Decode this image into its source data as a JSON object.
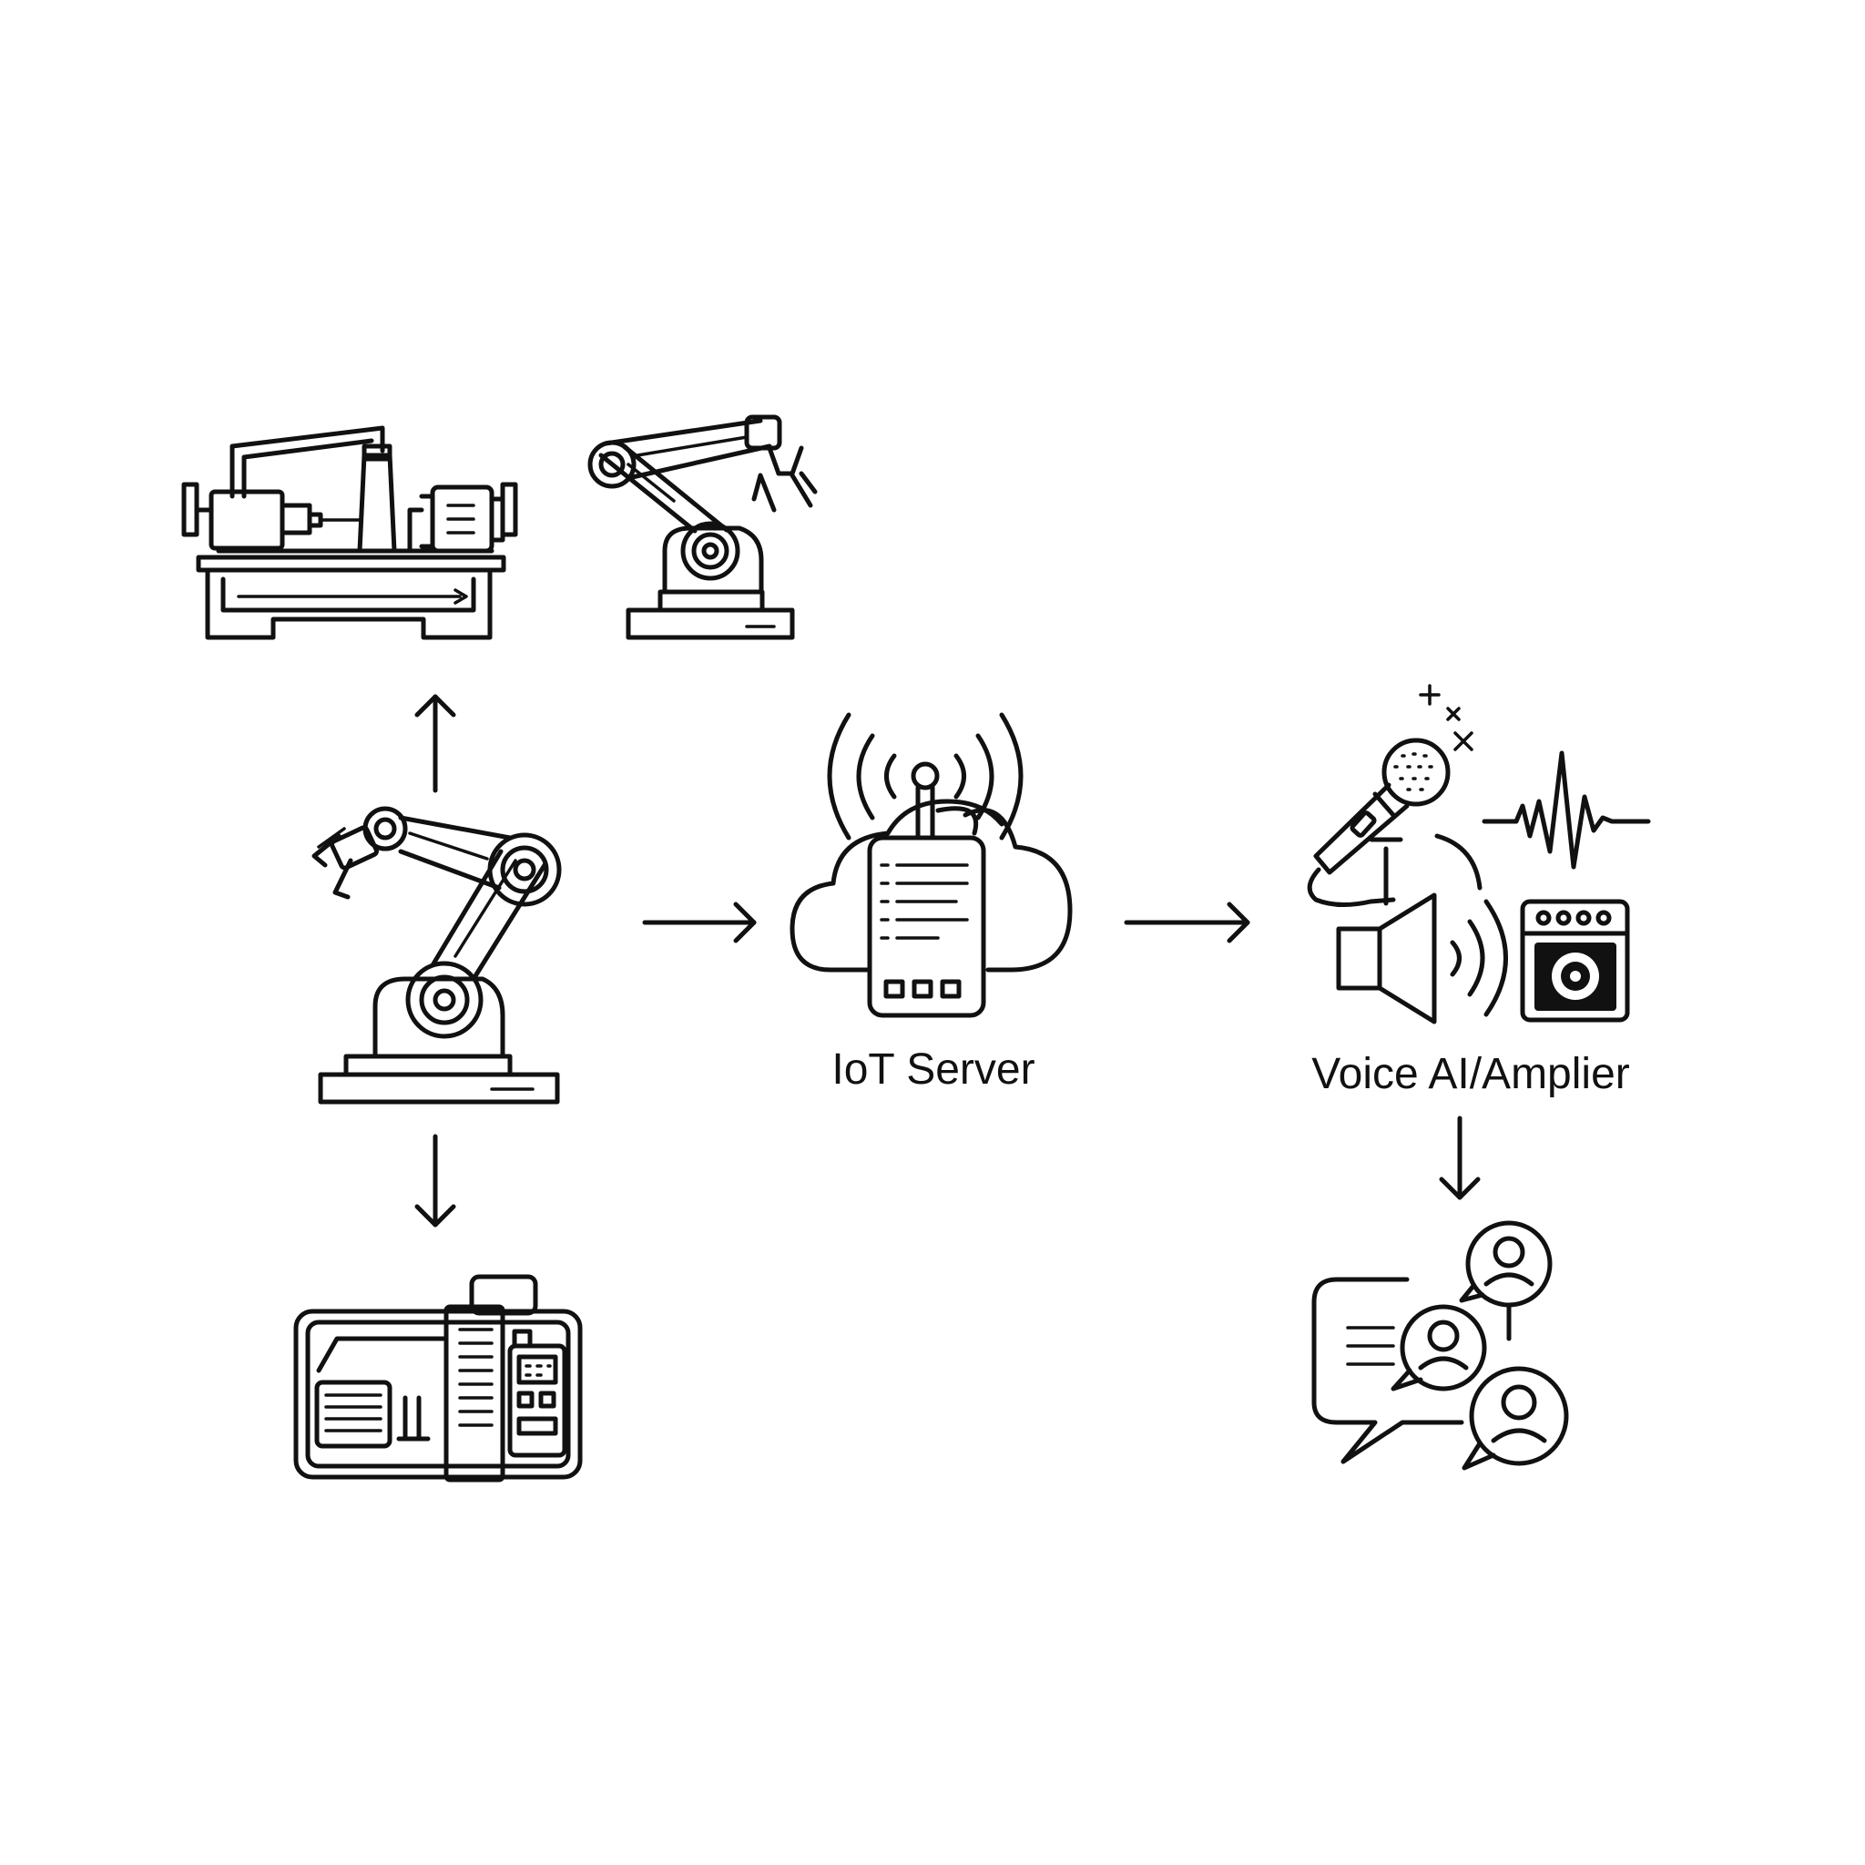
{
  "diagram": {
    "nodes": [
      {
        "id": "lathe-machine",
        "icon": "lathe-machine-icon",
        "label": ""
      },
      {
        "id": "robot-arm-small",
        "icon": "robot-arm-icon",
        "label": ""
      },
      {
        "id": "robot-arm-main",
        "icon": "robot-arm-icon",
        "label": ""
      },
      {
        "id": "generator",
        "icon": "generator-icon",
        "label": ""
      },
      {
        "id": "iot-server",
        "icon": "cloud-server-icon",
        "label": "IoT Server"
      },
      {
        "id": "voice-ai",
        "icon": "microphone-speaker-amplifier-icon",
        "label": "Voice AI/Amplier"
      },
      {
        "id": "team-chat",
        "icon": "chat-users-icon",
        "label": ""
      }
    ],
    "edges": [
      {
        "from": "robot-arm-main",
        "to": "lathe-machine",
        "direction": "up"
      },
      {
        "from": "robot-arm-main",
        "to": "generator",
        "direction": "down"
      },
      {
        "from": "robot-arm-main",
        "to": "iot-server",
        "direction": "right"
      },
      {
        "from": "iot-server",
        "to": "voice-ai",
        "direction": "right"
      },
      {
        "from": "voice-ai",
        "to": "team-chat",
        "direction": "down"
      }
    ]
  },
  "labels": {
    "iot_server": "IoT Server",
    "voice_ai": "Voice AI/Amplier"
  },
  "colors": {
    "line": "#111111",
    "background": "#ffffff"
  }
}
